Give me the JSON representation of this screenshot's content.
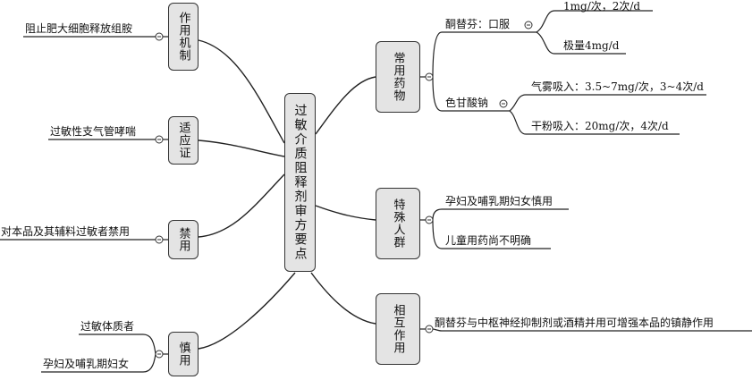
{
  "center": "过敏介质阻释剂审方要点",
  "left": [
    {
      "title": "作用机制",
      "items": [
        "阻止肥大细胞释放组胺"
      ]
    },
    {
      "title": "适应证",
      "items": [
        "过敏性支气管哮喘"
      ]
    },
    {
      "title": "禁用",
      "items": [
        "对本品及其辅料过敏者禁用"
      ]
    },
    {
      "title": "慎用",
      "items": [
        "过敏体质者",
        "孕妇及哺乳期妇女"
      ]
    }
  ],
  "right": [
    {
      "title": "常用药物",
      "drugs": [
        {
          "name": "酮替芬：口服",
          "items": [
            "1mg/次，2次/d",
            "极量4mg/d"
          ]
        },
        {
          "name": "色甘酸钠",
          "items": [
            "气雾吸入：3.5~7mg/次，3~4次/d",
            "干粉吸入：20mg/次，4次/d"
          ]
        }
      ]
    },
    {
      "title": "特殊人群",
      "items": [
        "孕妇及哺乳期妇女慎用",
        "儿童用药尚不明确"
      ]
    },
    {
      "title": "相互作用",
      "items": [
        "酮替芬与中枢神经抑制剂或酒精并用可增强本品的镇静作用"
      ]
    }
  ]
}
